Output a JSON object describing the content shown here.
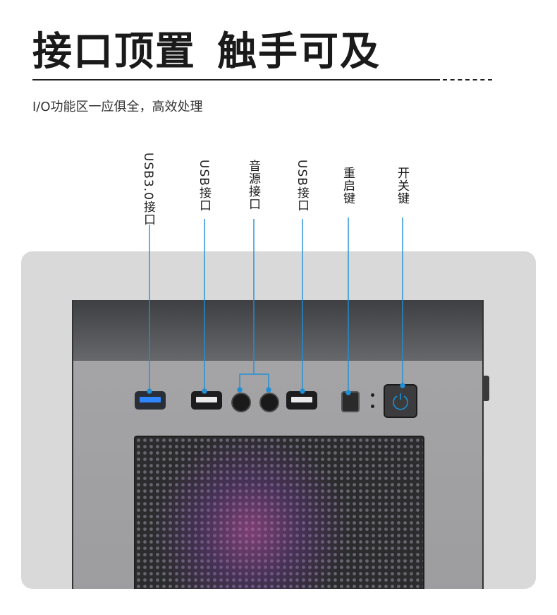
{
  "header": {
    "title_left": "接口顶置",
    "title_right": "触手可及",
    "subtitle": "I/O功能区一应俱全，高效处理"
  },
  "callouts": {
    "usb30": "USB3.0接口",
    "usb_left": "USB接口",
    "audio": "音源接口",
    "usb_right": "USB接口",
    "reset": "重启键",
    "power": "开关键"
  },
  "colors": {
    "accent_line": "#1f8fd6",
    "usb30_blue": "#2f86ff",
    "panel_bg": "#d9d9d9"
  },
  "icons": [
    "power-icon"
  ]
}
